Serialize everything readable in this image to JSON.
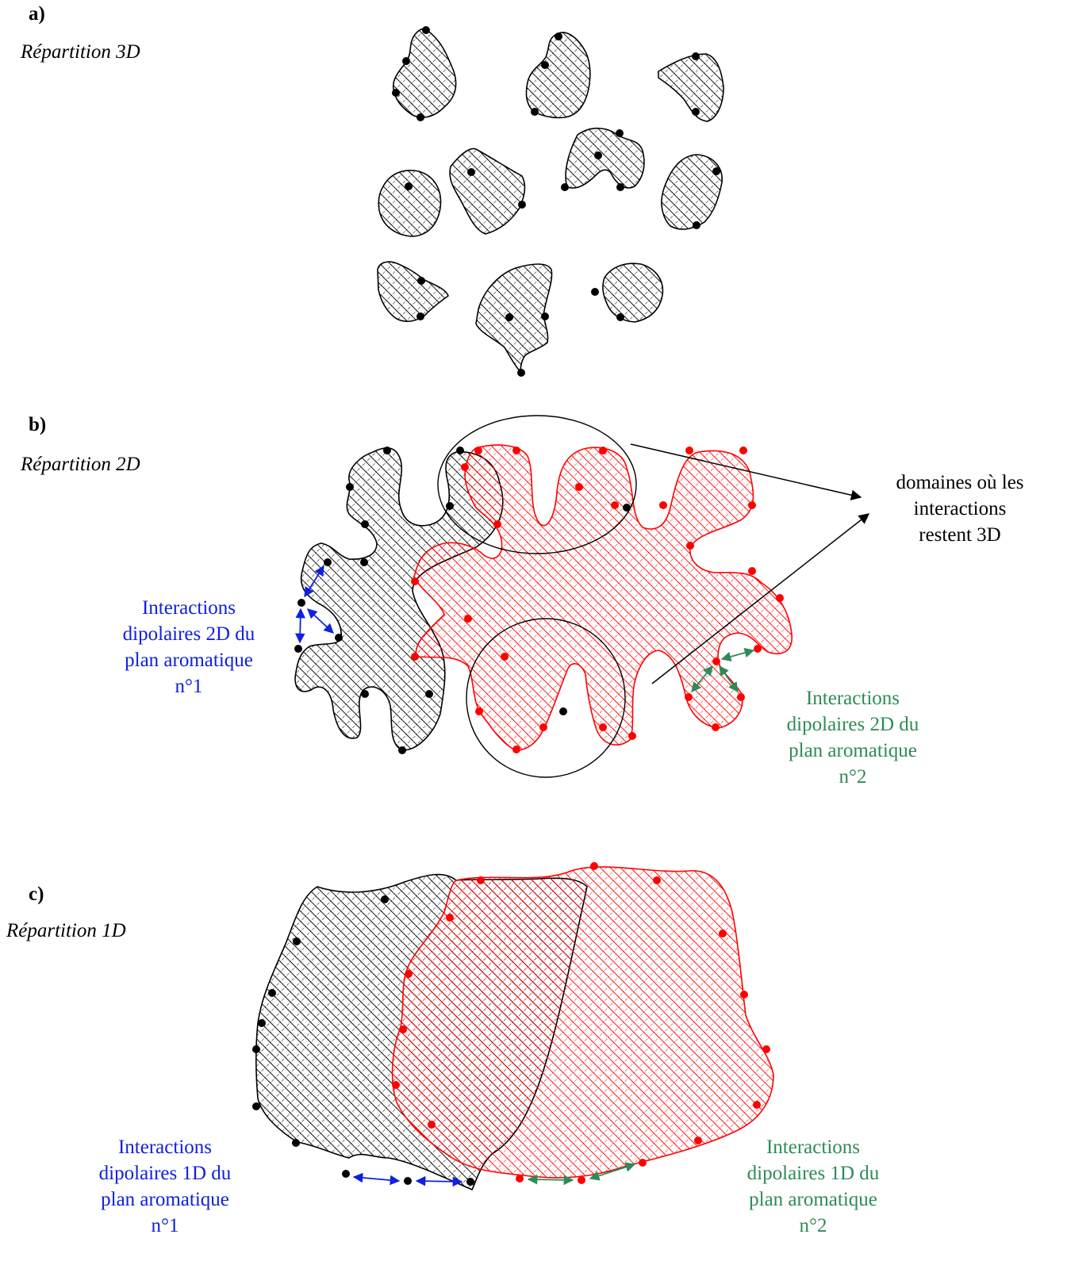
{
  "panels": {
    "a": {
      "letter": "a)",
      "subtitle": "Répartition 3D"
    },
    "b": {
      "letter": "b)",
      "subtitle": "Répartition 2D"
    },
    "c": {
      "letter": "c)",
      "subtitle": "Répartition 1D"
    }
  },
  "captions": {
    "b_domains": [
      "domaines où les",
      "interactions",
      "restent 3D"
    ],
    "b_plane1": [
      "Interactions",
      "dipolaires 2D du",
      "plan aromatique",
      "n°1"
    ],
    "b_plane2": [
      "Interactions",
      "dipolaires 2D du",
      "plan aromatique",
      "n°2"
    ],
    "c_plane1": [
      "Interactions",
      "dipolaires 1D du",
      "plan aromatique",
      "n°1"
    ],
    "c_plane2": [
      "Interactions",
      "dipolaires 1D du",
      "plan aromatique",
      "n°2"
    ]
  },
  "colors": {
    "plane1": "#000000",
    "plane2": "#ff0000",
    "interaction_plane1": "#1020e0",
    "interaction_plane2": "#2e8b57"
  }
}
